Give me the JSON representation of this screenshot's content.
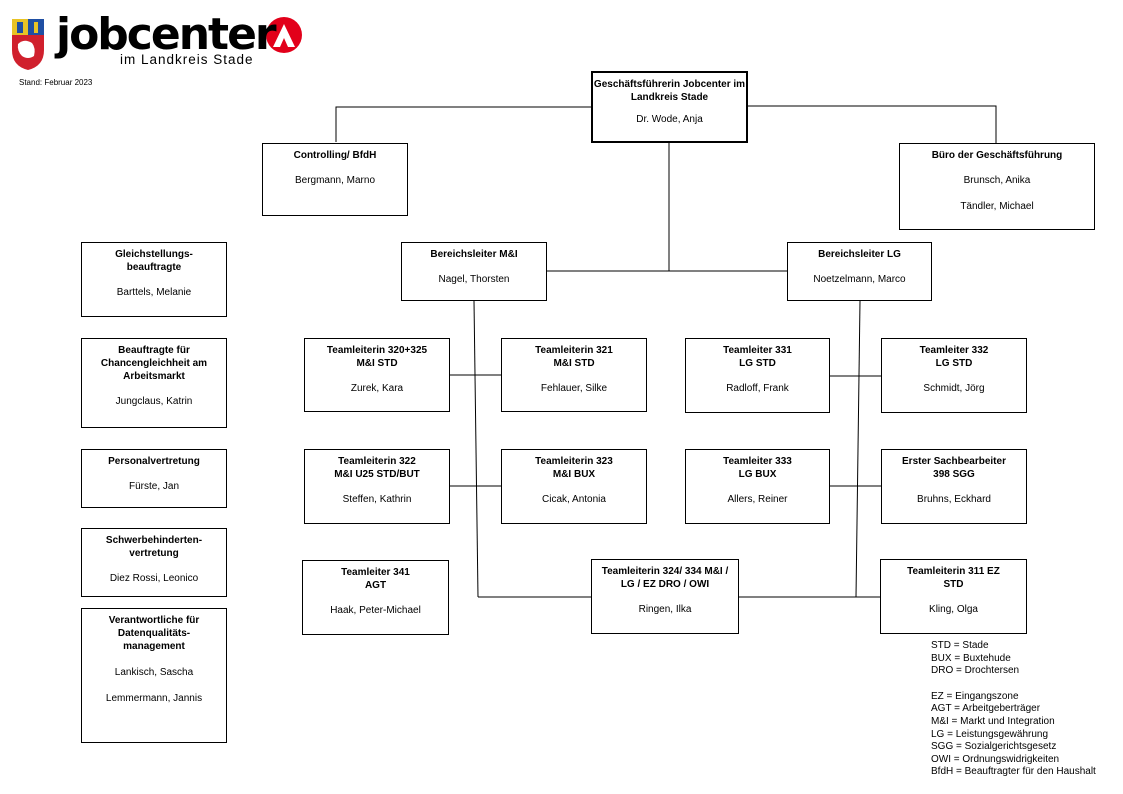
{
  "header": {
    "brand": "jobcenter",
    "brand_sub": "im Landkreis Stade",
    "stand": "Stand: Februar 2023",
    "colors": {
      "shield_red": "#d0202d",
      "shield_blue": "#1f4fa3",
      "shield_gold": "#e8c325",
      "arrow_red": "#e2001a"
    }
  },
  "boxes": {
    "gf": {
      "title": "Geschäftsführerin Jobcenter im Landkreis Stade",
      "name": "Dr. Wode, Anja"
    },
    "ctrl": {
      "title": "Controlling/ BfdH",
      "name": "Bergmann, Marno"
    },
    "buero": {
      "title": "Büro der Geschäftsführung",
      "name1": "Brunsch, Anika",
      "name2": "Tändler, Michael"
    },
    "bmi": {
      "title": "Bereichsleiter M&I",
      "name": "Nagel, Thorsten"
    },
    "blg": {
      "title": "Bereichsleiter LG",
      "name": "Noetzelmann, Marco"
    },
    "gleich": {
      "title": "Gleichstellungs-beauftragte",
      "name": "Barttels, Melanie"
    },
    "chanc": {
      "title": "Beauftragte für Chancengleichheit am Arbeitsmarkt",
      "name": "Jungclaus, Katrin"
    },
    "pers": {
      "title": "Personalvertretung",
      "name": "Fürste, Jan"
    },
    "schwer": {
      "title": "Schwerbehinderten-vertretung",
      "name": "Diez Rossi, Leonico"
    },
    "daten": {
      "title": "Verantwortliche für Datenqualitäts-management",
      "name1": "Lankisch, Sascha",
      "name2": "Lemmermann, Jannis"
    },
    "t320": {
      "title": "Teamleiterin 320+325 M&I STD",
      "name": "Zurek, Kara"
    },
    "t321": {
      "title": "Teamleiterin 321 M&I STD",
      "name": "Fehlauer, Silke"
    },
    "t331": {
      "title": "Teamleiter 331 LG STD",
      "name": "Radloff, Frank"
    },
    "t332": {
      "title": "Teamleiter 332 LG STD",
      "name": "Schmidt, Jörg"
    },
    "t322": {
      "title": "Teamleiterin 322 M&I U25 STD/BUT",
      "name": "Steffen, Kathrin"
    },
    "t323": {
      "title": "Teamleiterin 323 M&I BUX",
      "name": "Cicak, Antonia"
    },
    "t333": {
      "title": "Teamleiter 333 LG BUX",
      "name": "Allers, Reiner"
    },
    "s398": {
      "title": "Erster Sachbearbeiter 398 SGG",
      "name": "Bruhns, Eckhard"
    },
    "t341": {
      "title": "Teamleiter 341 AGT",
      "name": "Haak, Peter-Michael"
    },
    "t324": {
      "title": "Teamleiterin 324/ 334 M&I / LG / EZ DRO / OWI",
      "name": "Ringen, Ilka"
    },
    "t311": {
      "title": "Teamleiterin 311 EZ STD",
      "name": "Kling, Olga"
    }
  },
  "legend": {
    "l1": "STD = Stade",
    "l2": "BUX = Buxtehude",
    "l3": "DRO = Drochtersen",
    "l4": "EZ = Eingangszone",
    "l5": "AGT = Arbeitgeberträger",
    "l6": "M&I = Markt und Integration",
    "l7": "LG = Leistungsgewährung",
    "l8": "SGG = Sozialgerichtsgesetz",
    "l9": "OWI = Ordnungswidrigkeiten",
    "l10": "BfdH = Beauftragter für den Haushalt"
  }
}
